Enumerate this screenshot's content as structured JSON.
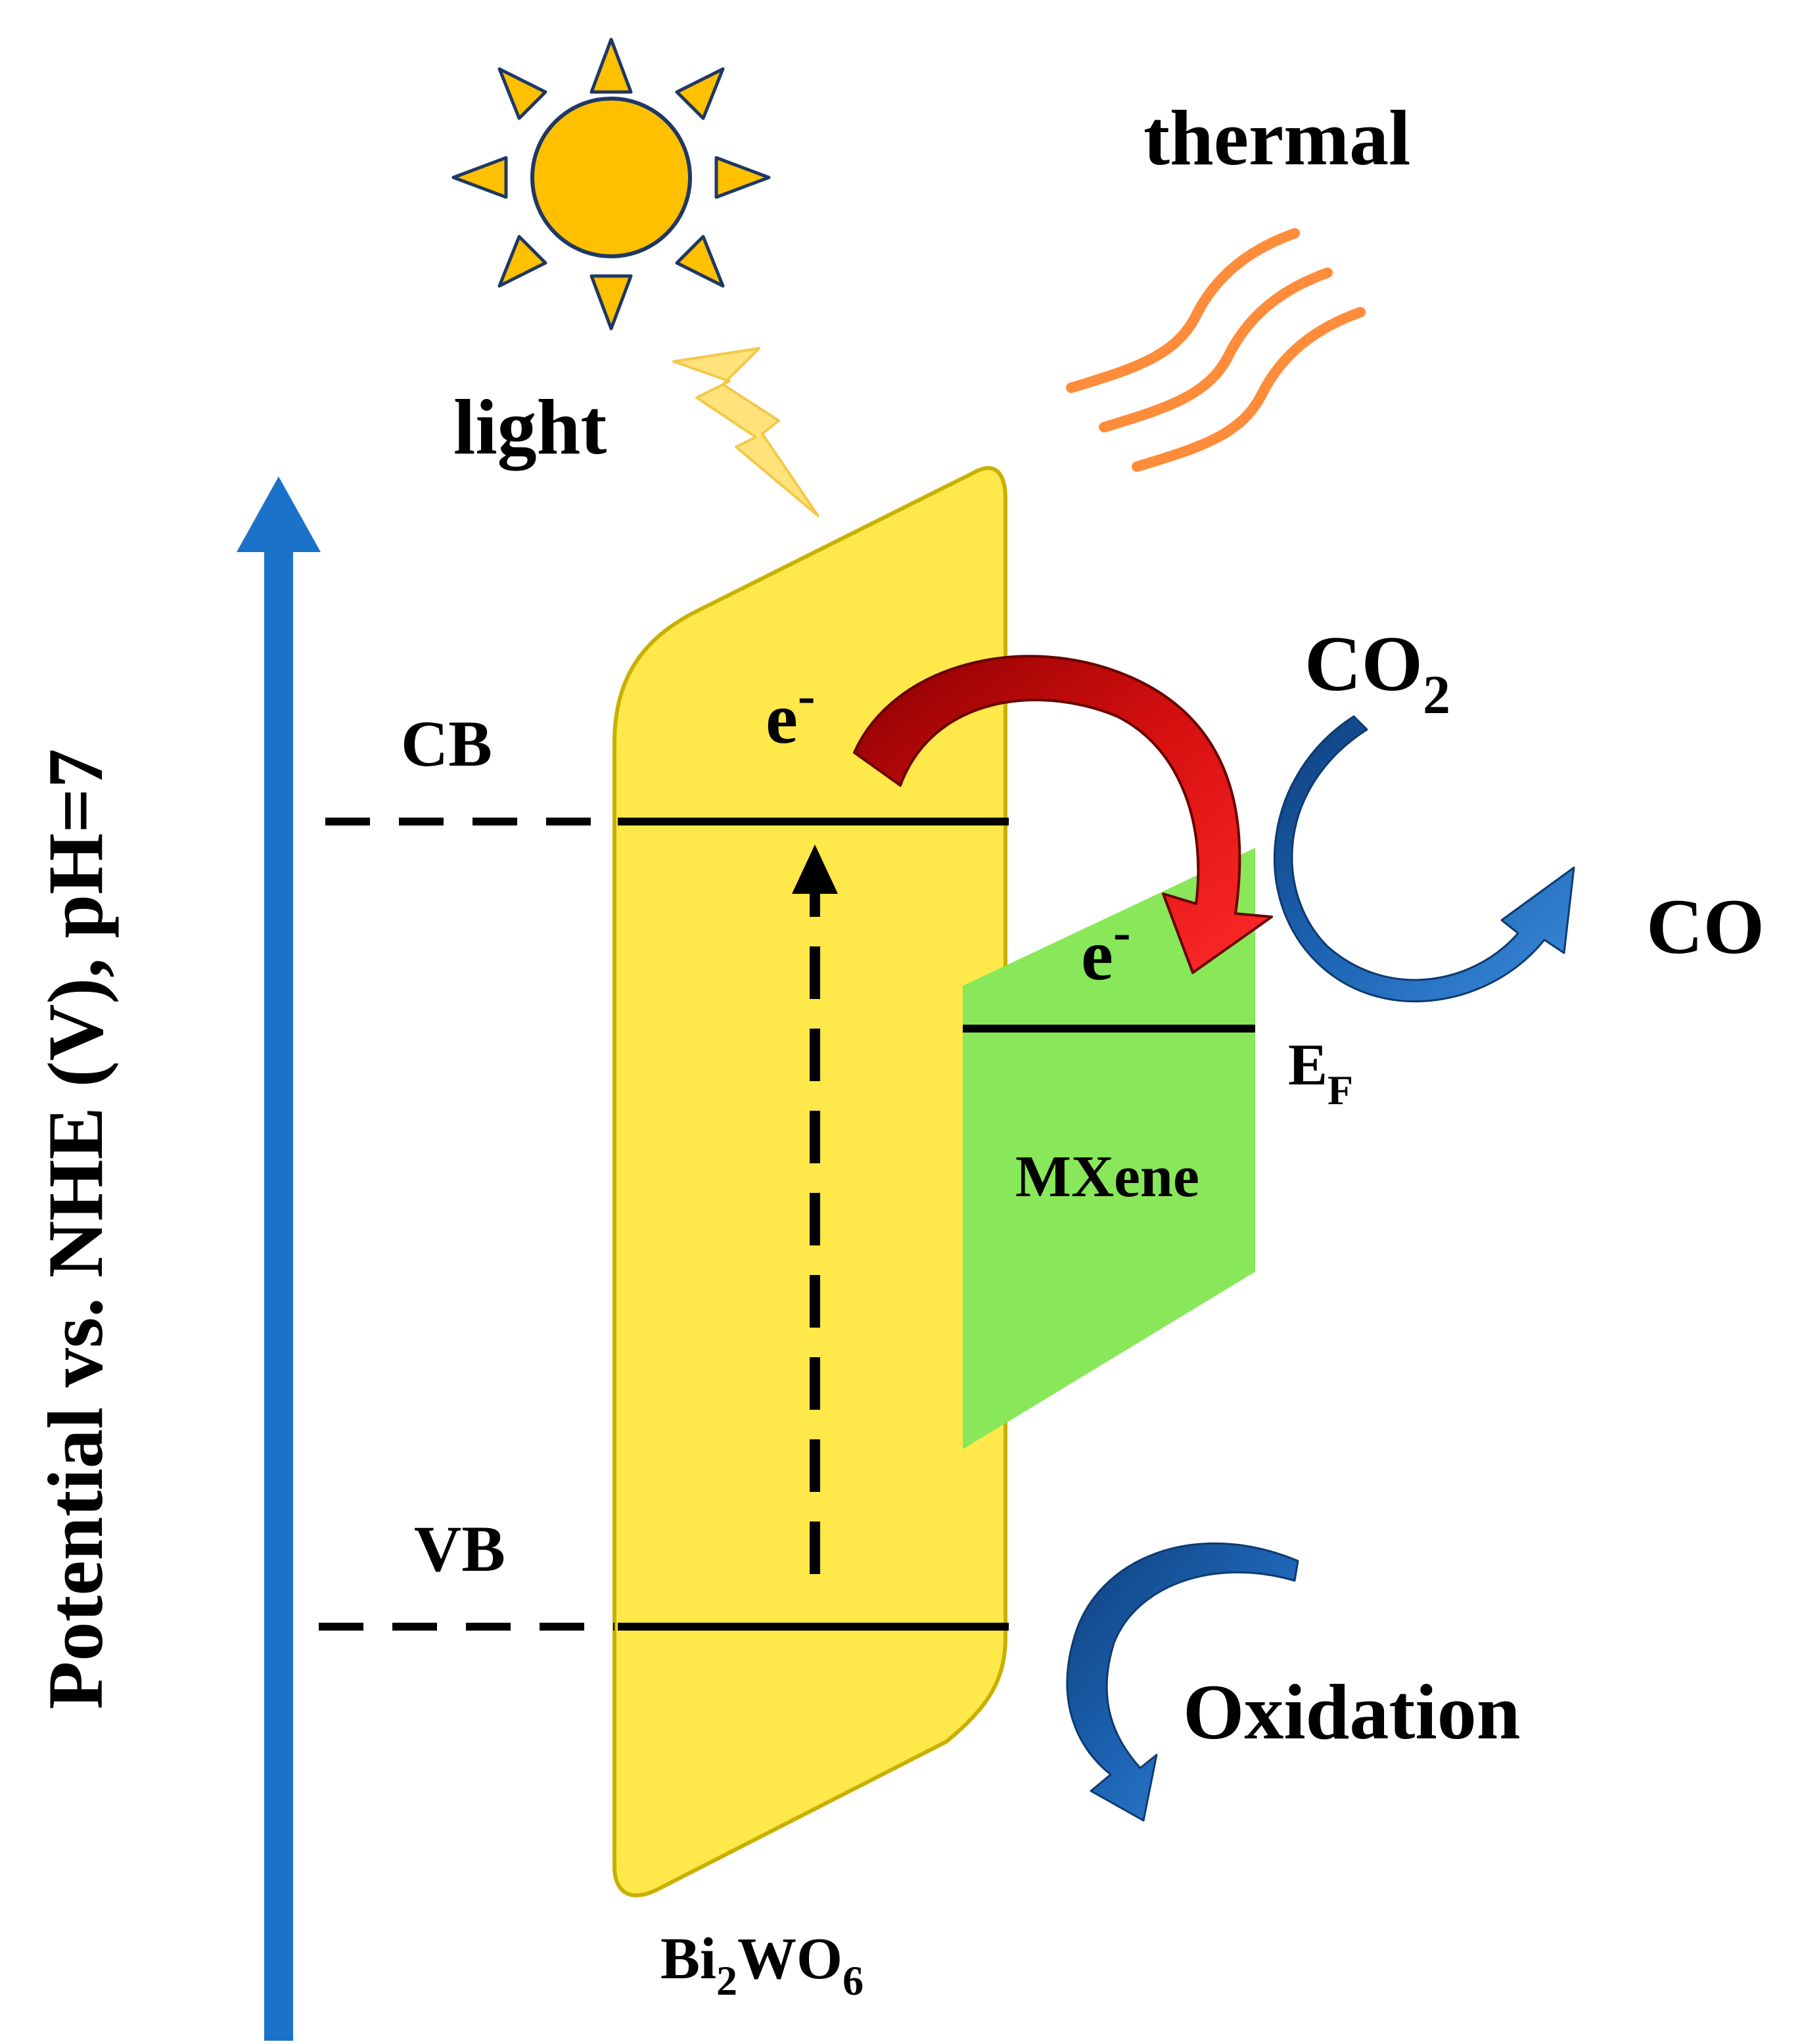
{
  "axis": {
    "label": "Potential vs. NHE (V), pH=7"
  },
  "labels": {
    "light": "light",
    "thermal": "thermal",
    "cb": "CB",
    "vb": "VB",
    "electron_cb": "e",
    "electron_mxene": "e",
    "electron_sup": "-",
    "fermi_main": "E",
    "fermi_sub": "F",
    "mxene": "MXene",
    "catalyst_bi": "Bi",
    "catalyst_2": "2",
    "catalyst_wo": "WO",
    "catalyst_6": "6",
    "co2_main": "CO",
    "co2_sub": "2",
    "co": "CO",
    "oxidation": "Oxidation"
  },
  "colors": {
    "axis_arrow": "#1a73c8",
    "bi2wo6_fill": "#ffe84a",
    "bi2wo6_edge": "#c9b000",
    "mxene_fill": "#88e85a",
    "sun_fill": "#ffc000",
    "sun_stroke": "#1f3864",
    "lightning": "#ffe27a",
    "thermal_waves": "#ff8c3a",
    "transfer_arrow": "#d81010",
    "curved_arrows": "#1d64b4"
  },
  "icons": [
    "sun-icon",
    "lightning-icon",
    "thermal-waves-icon",
    "electron-transfer-arrow-icon",
    "co2-reduction-arrow-icon",
    "oxidation-arrow-icon",
    "excitation-arrow-icon"
  ]
}
